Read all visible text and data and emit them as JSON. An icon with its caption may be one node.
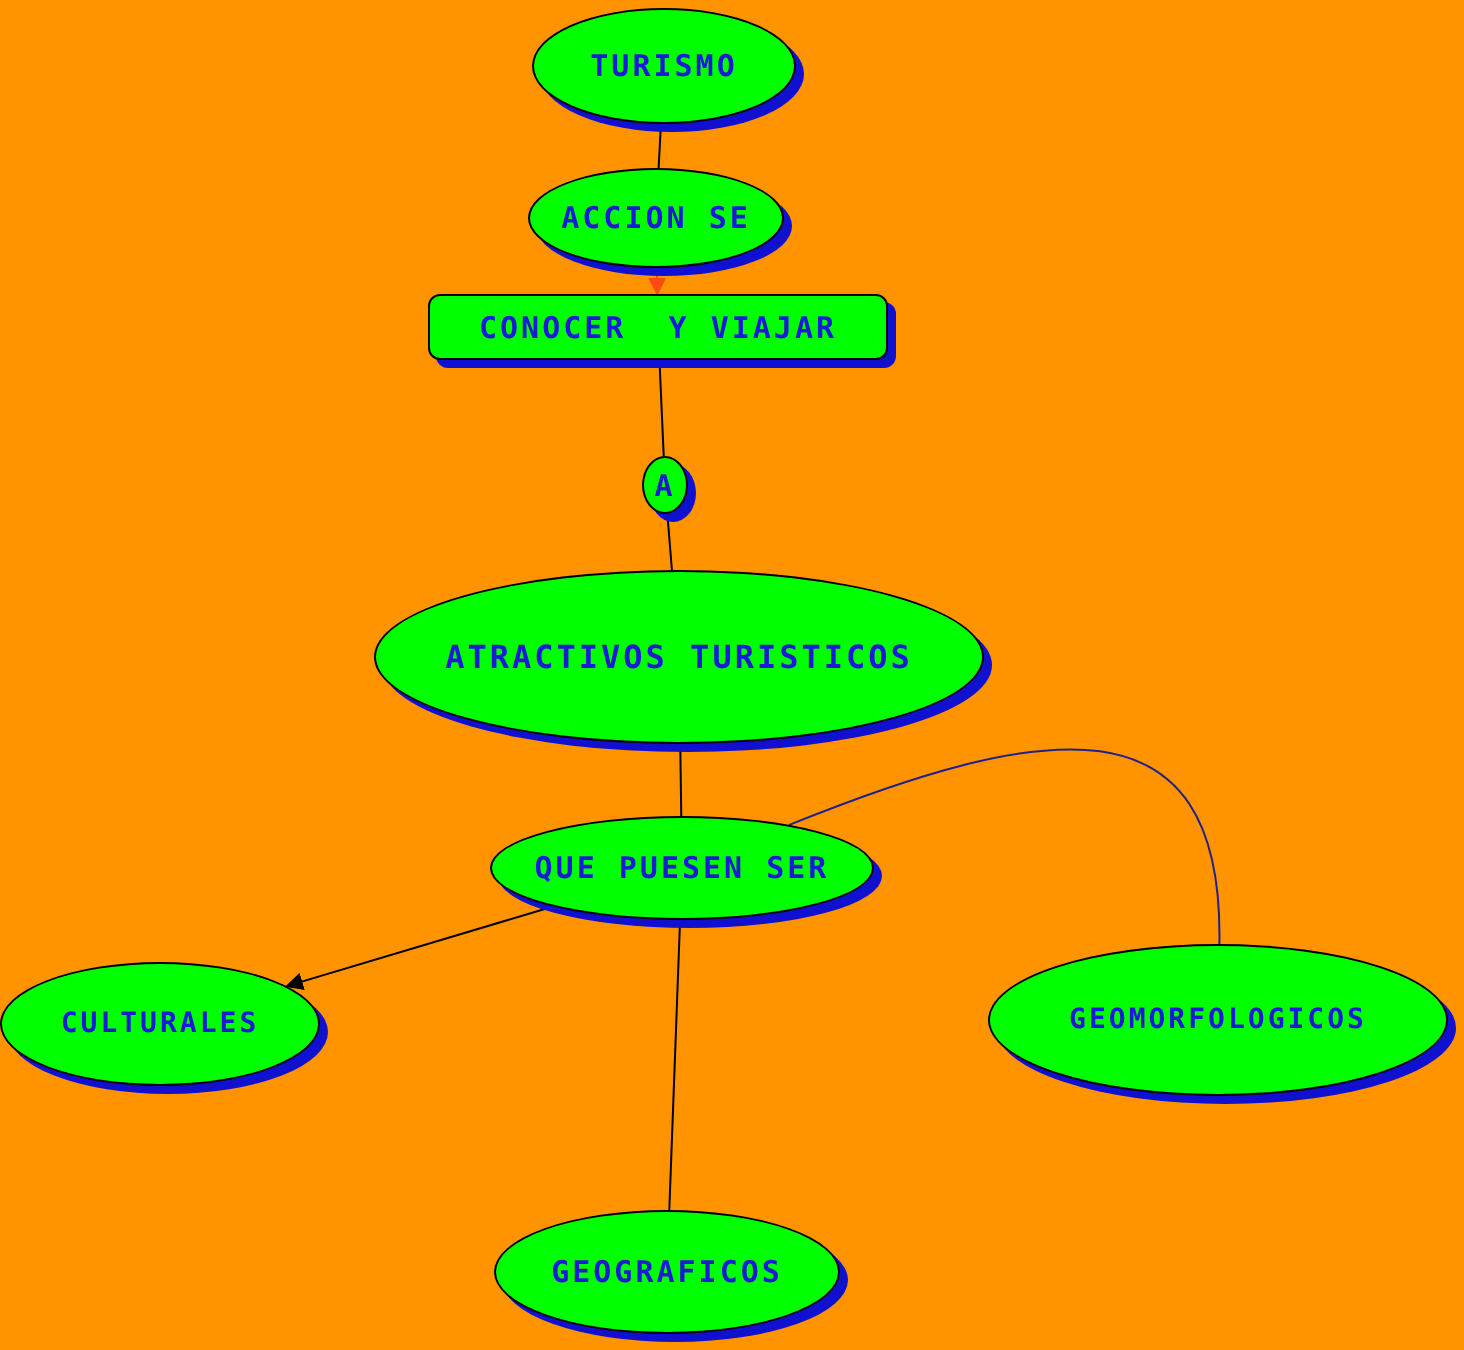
{
  "diagram": {
    "nodes": [
      {
        "text": [
          "TURISMO"
        ]
      },
      {
        "text": [
          "ACCION SE"
        ]
      },
      {
        "text": [
          "CONOCER  Y VIAJAR"
        ]
      },
      {
        "text": [
          "A"
        ]
      },
      {
        "text": [
          "ATRACTIVOS TURISTICOS"
        ]
      },
      {
        "text": [
          "QUE PUESEN SER"
        ]
      },
      {
        "text": [
          "CULTURALES"
        ]
      },
      {
        "text": [
          "GEOGRAFICOS"
        ]
      },
      {
        "text": [
          "GEOMORFOLOGICOS"
        ]
      }
    ],
    "edges": [
      {
        "from": 0,
        "to": 1,
        "arrow": "none"
      },
      {
        "from": 1,
        "to": 2,
        "arrow": "to",
        "color": "#ff4a10"
      },
      {
        "from": 2,
        "to": 3,
        "arrow": "none"
      },
      {
        "from": 3,
        "to": 4,
        "arrow": "none"
      },
      {
        "from": 4,
        "to": 5,
        "arrow": "none"
      },
      {
        "from": 5,
        "to": 6,
        "arrow": "to"
      },
      {
        "from": 5,
        "to": 7,
        "arrow": "none"
      },
      {
        "from": 5,
        "to": 8,
        "arrow": "none",
        "color": "#20208a"
      }
    ]
  }
}
